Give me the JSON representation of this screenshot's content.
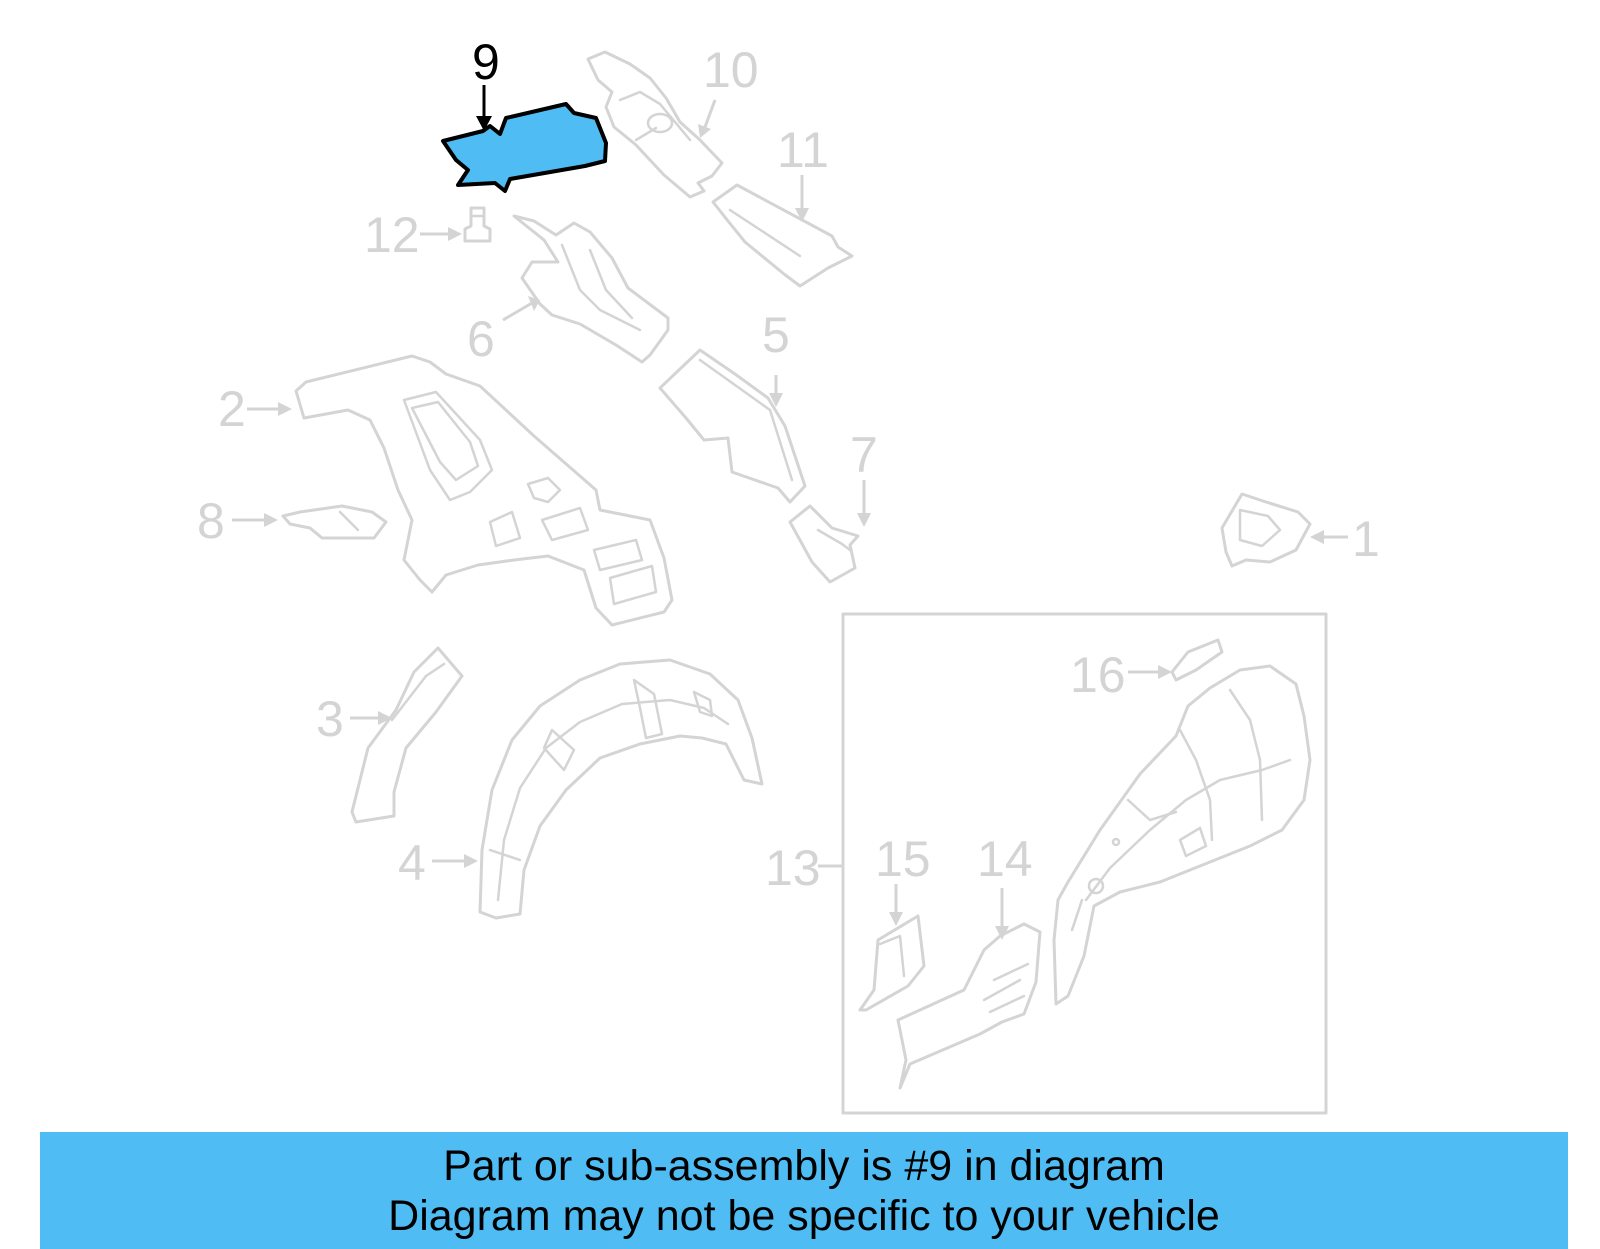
{
  "diagram": {
    "highlighted_part": "9",
    "callouts": [
      "1",
      "2",
      "3",
      "4",
      "5",
      "6",
      "7",
      "8",
      "9",
      "10",
      "11",
      "12",
      "13",
      "14",
      "15",
      "16"
    ],
    "colors": {
      "highlight": "#4fbdf4",
      "parts": "#d4d4d4",
      "active_label": "#000000"
    }
  },
  "banner": {
    "line1": "Part or sub-assembly is #9 in diagram",
    "line2": "Diagram may not be specific to your vehicle",
    "color": "#4fbdf4"
  }
}
